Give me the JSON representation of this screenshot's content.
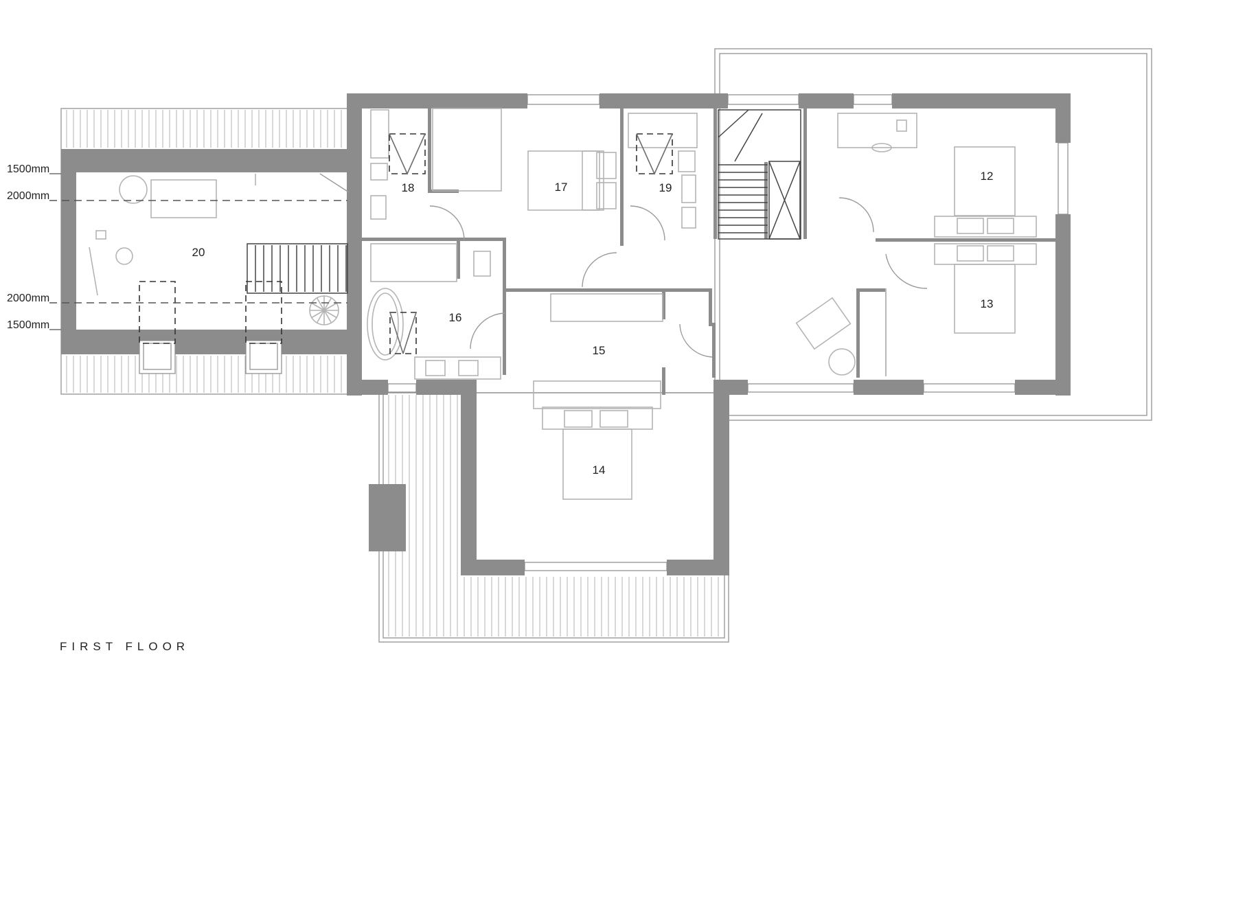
{
  "drawing": {
    "title": "FIRST FLOOR",
    "rooms": [
      {
        "id": "12",
        "label": "12"
      },
      {
        "id": "13",
        "label": "13"
      },
      {
        "id": "14",
        "label": "14"
      },
      {
        "id": "15",
        "label": "15"
      },
      {
        "id": "16",
        "label": "16"
      },
      {
        "id": "17",
        "label": "17"
      },
      {
        "id": "18",
        "label": "18"
      },
      {
        "id": "19",
        "label": "19"
      },
      {
        "id": "20",
        "label": "20"
      }
    ],
    "height_marks": [
      {
        "id": "upper-1500",
        "label": "1500mm"
      },
      {
        "id": "upper-2000",
        "label": "2000mm"
      },
      {
        "id": "lower-2000",
        "label": "2000mm"
      },
      {
        "id": "lower-1500",
        "label": "1500mm"
      }
    ],
    "colors": {
      "wall": "#8c8c8c",
      "line": "#9a9a9a",
      "furniture": "#b4b4b4",
      "background": "#ffffff"
    }
  }
}
